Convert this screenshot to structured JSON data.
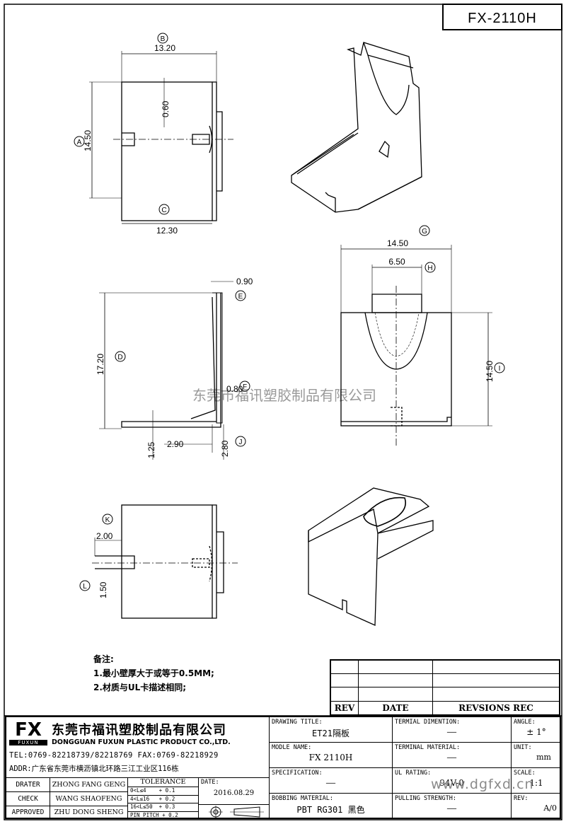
{
  "header": {
    "part_number": "FX-2110H"
  },
  "dimensions": {
    "top_view": {
      "width_top": "13.20",
      "height": "14.50",
      "width_bottom": "12.30",
      "slot": "0.60"
    },
    "side_view": {
      "thickness": "0.90",
      "height": "17.20",
      "inner": "0.80",
      "foot": "1.25",
      "base": "2.90",
      "lip": "2.80"
    },
    "front_view": {
      "width": "14.50",
      "cutout": "6.50",
      "height": "14.50"
    },
    "bottom_view": {
      "tab_w": "2.00",
      "tab_h": "1.50"
    }
  },
  "callouts": [
    "A",
    "B",
    "C",
    "D",
    "E",
    "F",
    "G",
    "H",
    "I",
    "J",
    "K",
    "L"
  ],
  "notes": {
    "title": "备注:",
    "lines": [
      "1.最小壁厚大于或等于0.5MM;",
      "2.材质与UL卡描述相同;"
    ]
  },
  "watermark": "东莞市福讯塑胶制品有限公司",
  "revision_table": {
    "headers": [
      "REV",
      "DATE",
      "REVSIONS REC"
    ]
  },
  "company": {
    "logo_letters": "FX",
    "logo_sub": "FUXUN",
    "name_cn": "东莞市福讯塑胶制品有限公司",
    "name_en": "DONGGUAN FUXUN PLASTIC PRODUCT CO.,LTD.",
    "tel": "TEL:0769-82218739/82218769 FAX:0769-82218929",
    "addr": "ADDR:广东省东莞市横沥镇北环路三江工业区116栋"
  },
  "title_block": {
    "drawing_title_label": "DRAWING TITLE:",
    "drawing_title": "ET21隔板",
    "terminal_dim_label": "TERMIAL DIMENTION:",
    "terminal_dim": "——",
    "angle_label": "ANGLE:",
    "angle": "± 1°",
    "model_label": "MODLE NAME:",
    "model": "FX 2110H",
    "terminal_mat_label": "TERMINAL MATERIAL:",
    "terminal_mat": "——",
    "unit_label": "UNIT:",
    "unit": "mm",
    "spec_label": "SPECIFICATION:",
    "spec": "——",
    "ul_label": "UL RATING:",
    "ul": "94V-0",
    "scale_label": "SCALE:",
    "scale": "1:1",
    "bobbin_label": "BOBBING MATERIAL:",
    "bobbin": "PBT RG301 黑色",
    "pulling_label": "PULLING STRENGTH:",
    "pulling": "——",
    "rev_label": "REV:",
    "rev": "A/0",
    "drater_label": "DRATER",
    "drater": "ZHONG FANG GENG",
    "check_label": "CHECK",
    "check": "WANG SHAOFENG",
    "approved_label": "APPROVED",
    "approved": "ZHU DONG SHENG",
    "tolerance_label": "TOLERANCE",
    "tol_rows": [
      "0<L≤4    + 0.1",
      "4<L≤16   + 0.2",
      "16<L≤50  + 0.3",
      "PIN PITCH + 0.2"
    ],
    "date_label": "DATE:",
    "date": "2016.08.29",
    "site_watermark": "www.dgfxd.cn"
  }
}
